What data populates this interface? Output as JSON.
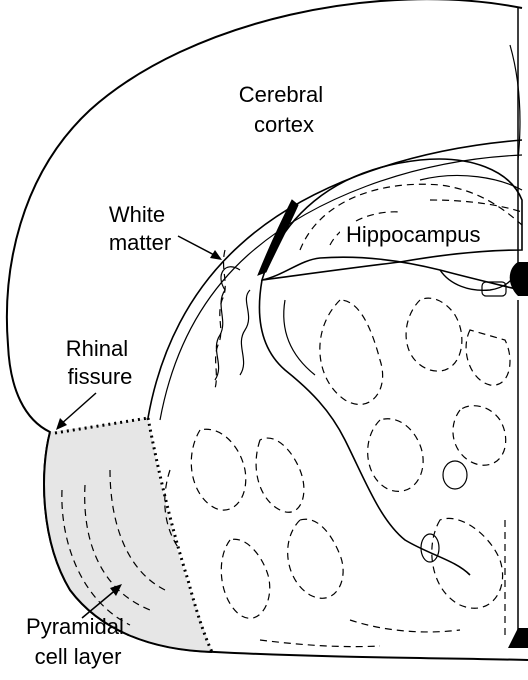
{
  "labels": {
    "cerebral_cortex": [
      "Cerebral",
      "cortex"
    ],
    "hippocampus": "Hippocampus",
    "white_matter": [
      "White",
      "matter"
    ],
    "rhinal_fissure": [
      "Rhinal",
      "fissure"
    ],
    "pyramidal_cell_layer": [
      "Pyramidal",
      "cell layer"
    ]
  },
  "colors": {
    "outline": "#000000",
    "shaded_region": "#e6e6e6",
    "background": "#ffffff"
  }
}
